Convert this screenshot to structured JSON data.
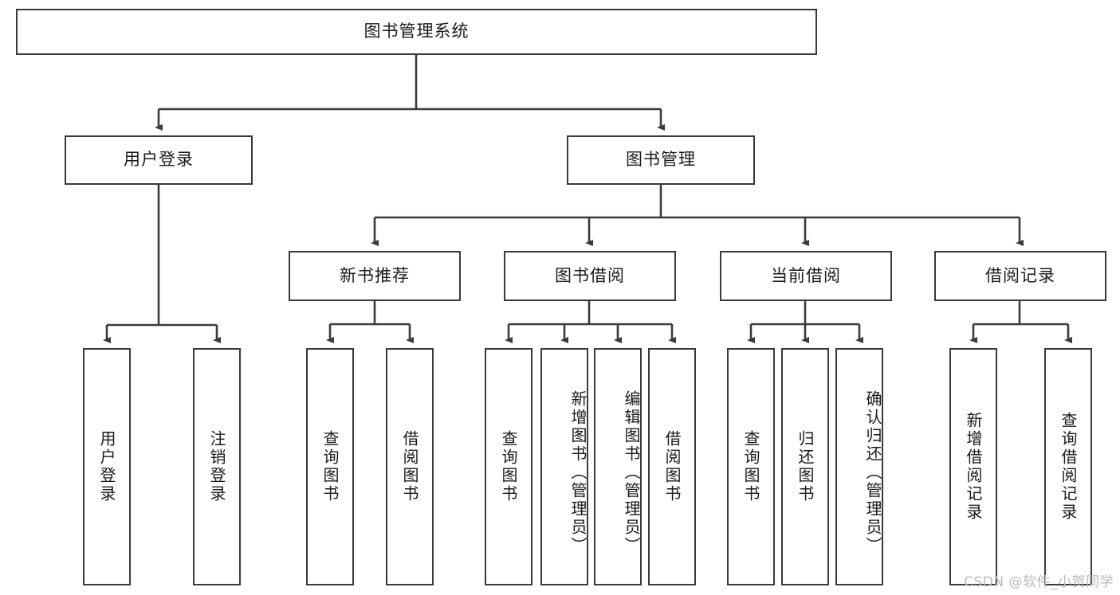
{
  "diagram": {
    "title": "图书管理系统",
    "type": "tree-hierarchy",
    "watermark": "CSDN @软件_小贺同学",
    "colors": {
      "node_border": "#3a3a3a",
      "node_fill": "#ffffff",
      "edge": "#3a3a3a",
      "text": "#1a1a1a",
      "watermark": "#b9b9b9",
      "background": "#ffffff"
    },
    "root": {
      "label": "图书管理系统"
    },
    "level2": [
      {
        "label": "用户登录"
      },
      {
        "label": "图书管理"
      }
    ],
    "level3": [
      {
        "label": "新书推荐"
      },
      {
        "label": "图书借阅"
      },
      {
        "label": "当前借阅"
      },
      {
        "label": "借阅记录"
      }
    ],
    "leaves": {
      "user_login": [
        {
          "label": "用户登录"
        },
        {
          "label": "注销登录"
        }
      ],
      "new_book": [
        {
          "label": "查询图书"
        },
        {
          "label": "借阅图书"
        }
      ],
      "book_borrow": [
        {
          "label": "查询图书"
        },
        {
          "label": "新增图书（管理员）"
        },
        {
          "label": "编辑图书（管理员）"
        },
        {
          "label": "借阅图书"
        }
      ],
      "current_borrow": [
        {
          "label": "查询图书"
        },
        {
          "label": "归还图书"
        },
        {
          "label": "确认归还（管理员）"
        }
      ],
      "borrow_record": [
        {
          "label": "新增借阅记录"
        },
        {
          "label": "查询借阅记录"
        }
      ]
    }
  }
}
